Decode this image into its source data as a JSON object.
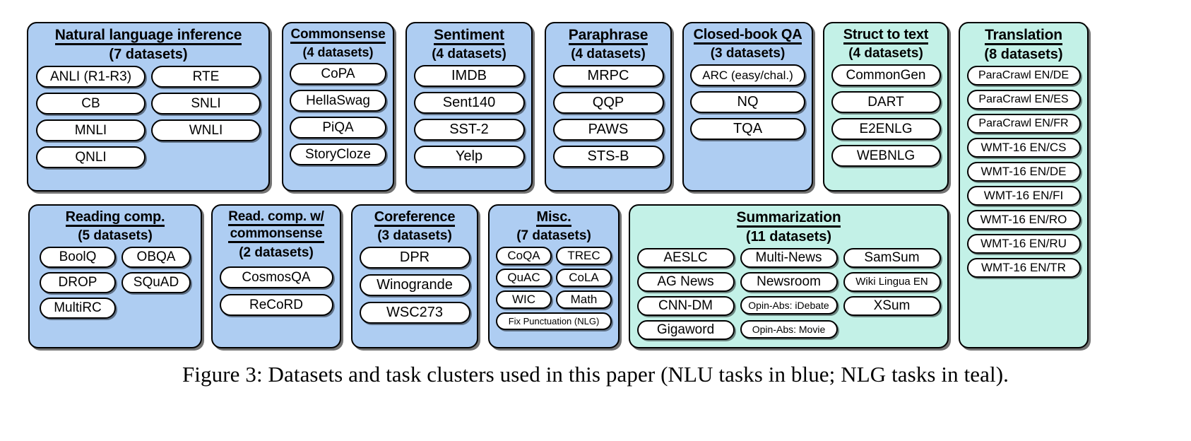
{
  "figure": {
    "caption": "Figure 3: Datasets and task clusters used in this paper (NLU tasks in blue; NLG tasks in teal).",
    "colors": {
      "nlu_blue": "#aecdf2",
      "nlg_teal": "#c3f1e7",
      "pill_fill": "#ffffff",
      "outline": "#000000",
      "background": "#ffffff"
    }
  },
  "clusters": [
    {
      "id": "natural-language-inference",
      "title": "Natural language inference",
      "subtitle": "(7 datasets)",
      "type": "nlu",
      "dataset_count": 7,
      "datasets": [
        "ANLI (R1-R3)",
        "RTE",
        "CB",
        "SNLI",
        "MNLI",
        "WNLI",
        "QNLI"
      ]
    },
    {
      "id": "commonsense",
      "title": "Commonsense",
      "subtitle": "(4 datasets)",
      "type": "nlu",
      "dataset_count": 4,
      "datasets": [
        "CoPA",
        "HellaSwag",
        "PiQA",
        "StoryCloze"
      ]
    },
    {
      "id": "sentiment",
      "title": "Sentiment",
      "subtitle": "(4 datasets)",
      "type": "nlu",
      "dataset_count": 4,
      "datasets": [
        "IMDB",
        "Sent140",
        "SST-2",
        "Yelp"
      ]
    },
    {
      "id": "paraphrase",
      "title": "Paraphrase",
      "subtitle": "(4 datasets)",
      "type": "nlu",
      "dataset_count": 4,
      "datasets": [
        "MRPC",
        "QQP",
        "PAWS",
        "STS-B"
      ]
    },
    {
      "id": "closed-book-qa",
      "title": "Closed-book QA",
      "subtitle": "(3 datasets)",
      "type": "nlu",
      "dataset_count": 3,
      "datasets": [
        "ARC (easy/chal.)",
        "NQ",
        "TQA"
      ]
    },
    {
      "id": "struct-to-text",
      "title": "Struct to text",
      "subtitle": "(4 datasets)",
      "type": "nlg",
      "dataset_count": 4,
      "datasets": [
        "CommonGen",
        "DART",
        "E2ENLG",
        "WEBNLG"
      ]
    },
    {
      "id": "translation",
      "title": "Translation",
      "subtitle": "(8 datasets)",
      "type": "nlg",
      "dataset_count": 8,
      "datasets": [
        "ParaCrawl EN/DE",
        "ParaCrawl EN/ES",
        "ParaCrawl EN/FR",
        "WMT-16 EN/CS",
        "WMT-16 EN/DE",
        "WMT-16 EN/FI",
        "WMT-16 EN/RO",
        "WMT-16 EN/RU",
        "WMT-16 EN/TR"
      ]
    },
    {
      "id": "reading-comp",
      "title": "Reading comp.",
      "subtitle": "(5 datasets)",
      "type": "nlu",
      "dataset_count": 5,
      "datasets": [
        "BoolQ",
        "OBQA",
        "DROP",
        "SQuAD",
        "MultiRC"
      ]
    },
    {
      "id": "read-comp-with-commonsense",
      "title": "Read. comp. w/",
      "title_line2": "commonsense",
      "subtitle": "(2 datasets)",
      "type": "nlu",
      "dataset_count": 2,
      "datasets": [
        "CosmosQA",
        "ReCoRD"
      ]
    },
    {
      "id": "coreference",
      "title": "Coreference",
      "subtitle": "(3 datasets)",
      "type": "nlu",
      "dataset_count": 3,
      "datasets": [
        "DPR",
        "Winogrande",
        "WSC273"
      ]
    },
    {
      "id": "misc",
      "title": "Misc.",
      "subtitle": "(7 datasets)",
      "type": "nlu",
      "dataset_count": 7,
      "datasets": [
        "CoQA",
        "TREC",
        "QuAC",
        "CoLA",
        "WIC",
        "Math",
        "Fix Punctuation (NLG)"
      ]
    },
    {
      "id": "summarization",
      "title": "Summarization",
      "subtitle": "(11 datasets)",
      "type": "nlg",
      "dataset_count": 11,
      "datasets": [
        "AESLC",
        "Multi-News",
        "SamSum",
        "AG News",
        "Newsroom",
        "Wiki Lingua EN",
        "CNN-DM",
        "Opin-Abs: iDebate",
        "XSum",
        "Gigaword",
        "Opin-Abs: Movie"
      ]
    }
  ]
}
